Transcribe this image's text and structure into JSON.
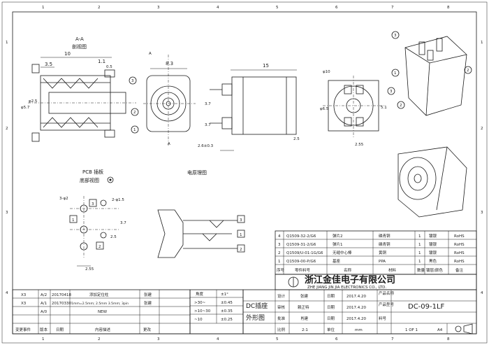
{
  "border": {
    "top_numbers": [
      "1",
      "2",
      "3",
      "4",
      "5",
      "6",
      "7",
      "8"
    ],
    "bottom_numbers": [
      "1",
      "2",
      "3",
      "4",
      "5",
      "6",
      "7",
      "8"
    ],
    "side_numbers": [
      "1",
      "2",
      "3",
      "4"
    ]
  },
  "views": {
    "section_label": "A-A",
    "section_name": "剖视图",
    "pcb_label": "PCB 插板",
    "pcb_name": "底部视图",
    "circuit_label": "电原理图"
  },
  "dims": {
    "d10": "10",
    "d3_5": "3.5",
    "d1_1": "1.1",
    "d0_5": "0.5",
    "phi5_7": "φ5.7",
    "phi2_5": "φ2.5",
    "d8_3": "8.3",
    "d15": "15",
    "d3_7a": "3.7",
    "d3_7b": "3.7",
    "d2_6": "2.6±0.3",
    "d2_5a": "2.5",
    "d2_55a": "2.55",
    "phi10": "φ10",
    "phi6": "φ6.5",
    "d5_1": "5.1",
    "d3_phi2": "3-φ2",
    "d2_phi1_5": "2-φ1.5",
    "d3_7c": "3.7",
    "d2_5b": "2.5",
    "d2_55b": "2.55",
    "sec_a": "A"
  },
  "balloons": [
    "1",
    "2",
    "3"
  ],
  "bom": {
    "rows": [
      {
        "no": "4",
        "part": "Q1509-32-2/G6",
        "name": "弹片2",
        "material": "磷青铜",
        "qty": "1",
        "finish": "镀银",
        "note": "RoHS"
      },
      {
        "no": "3",
        "part": "Q1509-31-2/G6",
        "name": "弹片1",
        "material": "磷青铜",
        "qty": "1",
        "finish": "镀银",
        "note": "RoHS"
      },
      {
        "no": "2",
        "part": "Q1509/U-01-1G/G6",
        "name": "无缝中心棒",
        "material": "黄铜",
        "qty": "1",
        "finish": "镀银",
        "note": "RoHS"
      },
      {
        "no": "1",
        "part": "Q1509-00-P/G6",
        "name": "基座",
        "material": "PPA",
        "qty": "1",
        "finish": "黑色",
        "note": "RoHS"
      }
    ],
    "header": {
      "no": "序号",
      "part": "零件料号",
      "name": "名称",
      "material": "材料",
      "qty": "数量",
      "finish": "镀层/颜色",
      "note": "备注"
    }
  },
  "company": {
    "cn": "浙江金佳电子有限公司",
    "en": "ZHE JIANG JIN JIA ELECTRONICS CO., LTD."
  },
  "title_block": {
    "product_title_1": "DC插座",
    "product_title_2": "外形图",
    "design_label": "设计",
    "design_name": "张建",
    "check_label": "审核",
    "check_name": "赖正特",
    "approve_label": "批准",
    "approve_name": "肖建",
    "date_label": "日期",
    "date_value": "2017.4.20",
    "scale_label": "比例",
    "scale_value": "2:1",
    "unit_label": "单位",
    "unit_value": "mm",
    "product_name_label": "产品名称",
    "product_no_label": "产品型号",
    "part_no_label": "料号",
    "model": "DC-09-1LF",
    "sheet_value": "1 OF 1",
    "size_value": "A4",
    "tol_header": "角度",
    "tol_header2": "±1°",
    "tol_rows": [
      {
        "range": ">30~",
        "tol": "±0.45"
      },
      {
        "range": ">10~30",
        "tol": "±0.35"
      },
      {
        "range": "~10",
        "tol": "±0.25"
      }
    ]
  },
  "revisions": {
    "rows": [
      {
        "mark": "X3",
        "ver": "A/2",
        "date": "20170418",
        "desc": "添加定位柱",
        "who": "张建"
      },
      {
        "mark": "X3",
        "ver": "A/1",
        "date": "20170330",
        "desc": "1mm=2.5mm; 2.5mm 3.5mm; 3pin",
        "who": "张建"
      },
      {
        "mark": "",
        "ver": "A/0",
        "date": "",
        "desc": "NEW",
        "who": ""
      }
    ],
    "header": {
      "mark": "变更事件",
      "ver": "版本",
      "date": "日期",
      "desc": "内容描述",
      "who": "更改"
    }
  }
}
